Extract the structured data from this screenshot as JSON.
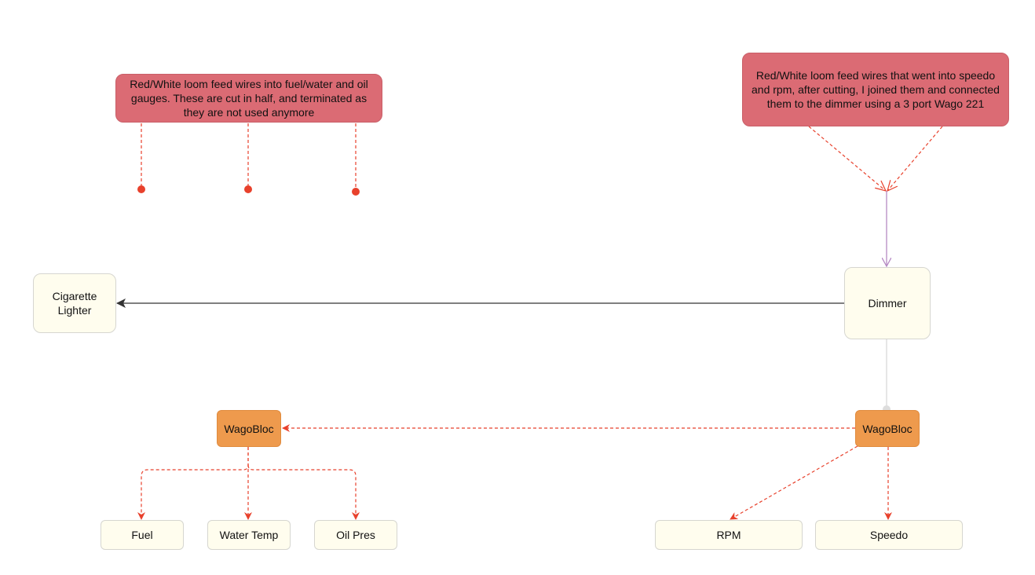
{
  "notes": {
    "left": "Red/White loom feed wires into fuel/water and oil gauges. These are cut in half, and terminated as they are not used anymore",
    "right": "Red/White loom feed wires that went into speedo and rpm, after cutting, I joined them and connected them to the dimmer using a 3 port Wago 221"
  },
  "nodes": {
    "cigarette_lighter": "Cigarette Lighter",
    "dimmer": "Dimmer",
    "wago_left": "WagoBloc",
    "wago_right": "WagoBloc",
    "fuel": "Fuel",
    "water_temp": "Water Temp",
    "oil_pres": "Oil Pres",
    "rpm": "RPM",
    "speedo": "Speedo"
  },
  "colors": {
    "note_fill": "#db6b74",
    "node_fill": "#fffdee",
    "wago_fill": "#ee9a4d",
    "dashed_edge": "#e8412c",
    "solid_edge": "#333333",
    "dimmer_feed_edge": "#b58ac4",
    "dimmer_wago_edge": "#dddddd"
  }
}
